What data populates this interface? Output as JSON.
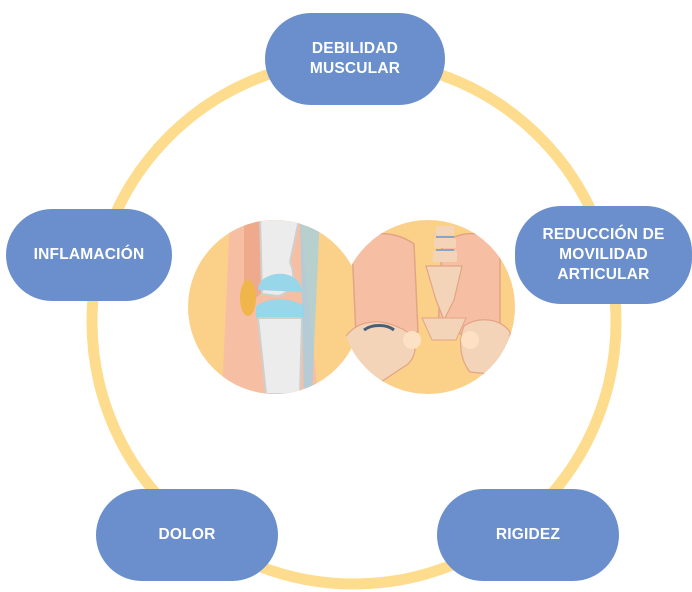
{
  "diagram": {
    "ring_color": "#fddc8e",
    "node_color": "#6a8fcc",
    "nodes": {
      "debilidad": "DEBILIDAD\nMUSCULAR",
      "reduccion": "REDUCCIÓN DE\nMOVILIDAD\nARTICULAR",
      "rigidez": "RIGIDEZ",
      "dolor": "DOLOR",
      "inflamacion": "INFLAMACIÓN"
    },
    "illustrations": [
      "knee-joint-icon",
      "hip-pelvis-icon"
    ]
  }
}
